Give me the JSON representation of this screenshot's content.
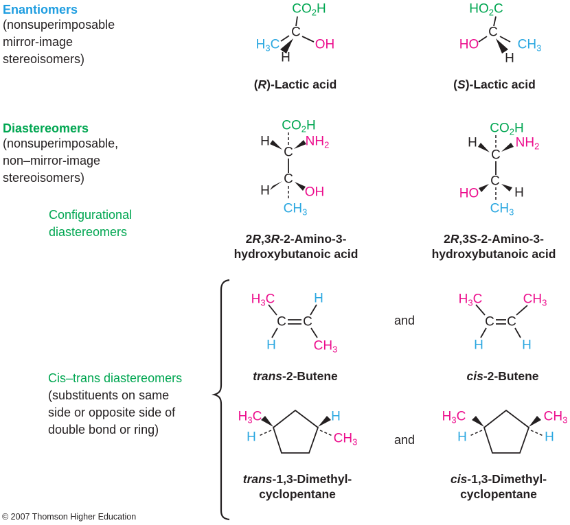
{
  "colors": {
    "blue": "#1E9DE0",
    "cyan": "#2AA7E0",
    "green": "#00A651",
    "pink": "#EC0C8C",
    "text": "#231F20"
  },
  "sections": {
    "enantiomers": {
      "title": "Enantiomers",
      "desc": "(nonsuperimposable\nmirror-image\nstereoisomers)"
    },
    "diastereomers": {
      "title": "Diastereomers",
      "desc": "(nonsuperimposable,\nnon–mirror-image\nstereoisomers)"
    },
    "configurational": {
      "label": "Configurational\ndiastereomers"
    },
    "cistrans": {
      "label": "Cis–trans diastereomers",
      "desc": "(substituents on same\nside or opposite side of\ndouble bond or ring)"
    }
  },
  "conjunctions": {
    "and1": "and",
    "and2": "and"
  },
  "footer": {
    "copyright": "© 2007 Thomson Higher Education"
  },
  "molecules": {
    "r_lactic": {
      "co2h": {
        "m": "CO",
        "s": "2",
        "t": "H"
      },
      "c": "C",
      "h3c": {
        "m": "H",
        "s": "3",
        "t": "C"
      },
      "oh": "OH",
      "h": "H",
      "label": {
        "p1": "(",
        "p2": "R",
        "p3": ")-Lactic acid"
      }
    },
    "s_lactic": {
      "ho2c": {
        "m": "HO",
        "s": "2",
        "t": "C"
      },
      "c": "C",
      "ho": "HO",
      "ch3": {
        "m": "CH",
        "s": "3",
        "t": ""
      },
      "h": "H",
      "label": {
        "p1": "(",
        "p2": "S",
        "p3": ")-Lactic acid"
      }
    },
    "rr_amino": {
      "co2h": {
        "m": "CO",
        "s": "2",
        "t": "H"
      },
      "h_1": "H",
      "nh2": {
        "m": "NH",
        "s": "2",
        "t": ""
      },
      "c2": "C",
      "c3": "C",
      "h_2": "H",
      "oh": "OH",
      "ch3": {
        "m": "CH",
        "s": "3",
        "t": ""
      },
      "label": {
        "p1": "2",
        "p2": "R",
        "p3": ",3",
        "p4": "R",
        "p5": "-2-Amino-3-",
        "line2": "hydroxybutanoic acid"
      }
    },
    "rs_amino": {
      "co2h": {
        "m": "CO",
        "s": "2",
        "t": "H"
      },
      "h_1": "H",
      "nh2": {
        "m": "NH",
        "s": "2",
        "t": ""
      },
      "c2": "C",
      "c3": "C",
      "ho": "HO",
      "h_2": "H",
      "ch3": {
        "m": "CH",
        "s": "3",
        "t": ""
      },
      "label": {
        "p1": "2",
        "p2": "R",
        "p3": ",3",
        "p4": "S",
        "p5": "-2-Amino-3-",
        "line2": "hydroxybutanoic acid"
      }
    },
    "trans_butene": {
      "h3c": {
        "m": "H",
        "s": "3",
        "t": "C"
      },
      "h_top": "H",
      "c1": "C",
      "c2": "C",
      "h_bottom": "H",
      "ch3": {
        "m": "CH",
        "s": "3",
        "t": ""
      },
      "label": {
        "p1": "trans",
        "p2": "-2-Butene"
      }
    },
    "cis_butene": {
      "h3c": {
        "m": "H",
        "s": "3",
        "t": "C"
      },
      "ch3": {
        "m": "CH",
        "s": "3",
        "t": ""
      },
      "c1": "C",
      "c2": "C",
      "h_left": "H",
      "h_right": "H",
      "label": {
        "p1": "cis",
        "p2": "-2-Butene"
      }
    },
    "trans_dmcp": {
      "h3c": {
        "m": "H",
        "s": "3",
        "t": "C"
      },
      "h_left": "H",
      "h_right": "H",
      "ch3": {
        "m": "CH",
        "s": "3",
        "t": ""
      },
      "label": {
        "p1": "trans",
        "p2": "-1,3-Dimethyl-",
        "line2": "cyclopentane"
      }
    },
    "cis_dmcp": {
      "h3c": {
        "m": "H",
        "s": "3",
        "t": "C"
      },
      "ch3": {
        "m": "CH",
        "s": "3",
        "t": ""
      },
      "h_left": "H",
      "h_right": "H",
      "label": {
        "p1": "cis",
        "p2": "-1,3-Dimethyl-",
        "line2": "cyclopentane"
      }
    }
  }
}
